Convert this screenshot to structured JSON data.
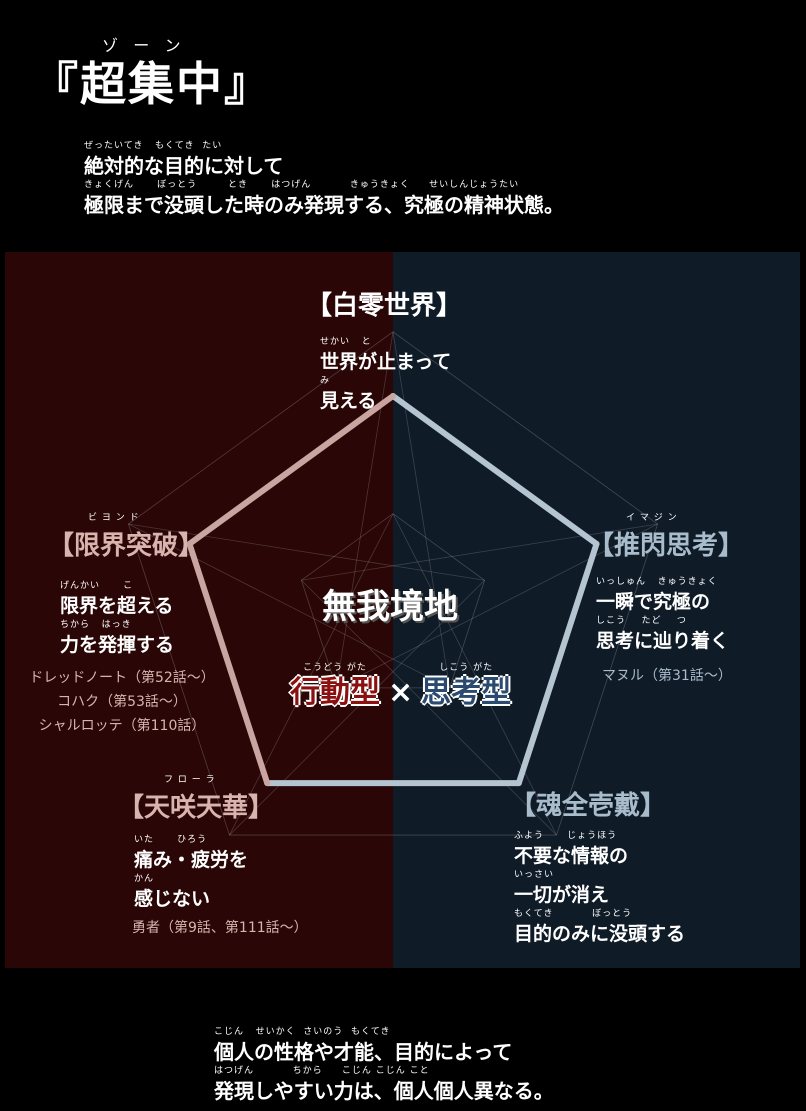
{
  "header": {
    "title_ruby": "ゾ   ー   ン",
    "title": "『超集中』",
    "line1_ruby": "ぜったいてき   もくてき  たい",
    "line1": "絶対的な目的に対して",
    "line2_ruby": "きょくげん      ぼっとう        とき      はつげん          きゅうきょく     せいしんじょうたい",
    "line2": "極限まで没頭した時のみ発現する、究極の精神状態。"
  },
  "diagram": {
    "center": "無我境地",
    "type_left_ruby": "こうどう がた",
    "type_left": "行動型",
    "cross": "×",
    "type_right_ruby": "しこう がた",
    "type_right": "思考型",
    "colors": {
      "left_bg": "#2a0606",
      "right_bg": "#0f1b27",
      "left_line": "#c9a4a0",
      "right_line": "#b5c4d1",
      "left_type": "#8b1010",
      "right_type": "#2a4a70"
    },
    "nodes": [
      {
        "id": "top",
        "ruby": "",
        "head": "【白零世界】",
        "desc_ruby1": "せかい   と",
        "desc1": "世界が止まって",
        "desc_ruby2": "み",
        "desc2": "見える",
        "chars": []
      },
      {
        "id": "left",
        "ruby": "ビ ヨ ン ド",
        "head": "【限界突破】",
        "desc_ruby1": "げんかい      こ",
        "desc1": "限界を超える",
        "desc_ruby2": "ちから   はっき",
        "desc2": "力を発揮する",
        "chars": [
          "ドレッドノート（第52話～）",
          "コハク（第53話～）",
          "シャルロッテ（第110話）"
        ]
      },
      {
        "id": "right",
        "ruby": "イ マ ジ ン",
        "head": "【推閃思考】",
        "desc_ruby1": "いっしゅん   きゅうきょく",
        "desc1": "一瞬で究極の",
        "desc_ruby2": "しこう    たど    つ",
        "desc2": "思考に辿り着く",
        "chars": [
          "マヌル（第31話～）"
        ]
      },
      {
        "id": "bottom-left",
        "ruby": "フ ロ ー ラ",
        "head": "【天咲天華】",
        "desc_ruby1": "いた      ひろう",
        "desc1": "痛み・疲労を",
        "desc_ruby2": "かん",
        "desc2": "感じない",
        "chars": [
          "勇者（第9話、第111話～）"
        ]
      },
      {
        "id": "bottom-right",
        "ruby": "",
        "head": "【魂全壱戴】",
        "desc_ruby1": "ふよう      じょうほう",
        "desc1": "不要な情報の",
        "desc_ruby2": "いっさい",
        "desc2": "一切が消え",
        "desc_ruby3": "もくてき          ぼっとう",
        "desc3": "目的のみに没頭する",
        "chars": []
      }
    ]
  },
  "footer": {
    "line1_ruby": "こじん   せいかく  さいのう  もくてき",
    "line1": "個人の性格や才能、目的によって",
    "line2_ruby": "はつげん          ちから     こじん こじん こと",
    "line2": "発現しやすい力は、個人個人異なる。"
  }
}
